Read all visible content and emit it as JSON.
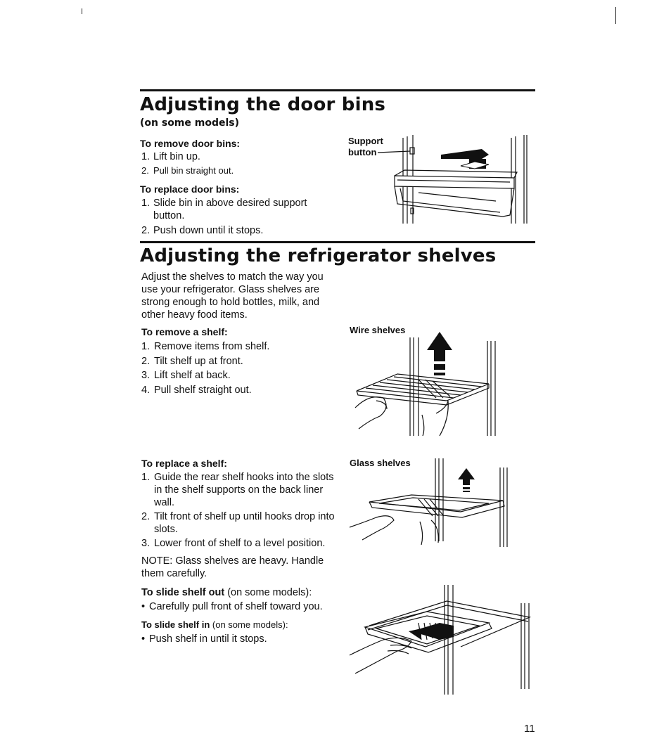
{
  "door_bins": {
    "title": "Adjusting the door bins",
    "subtitle": "(on some models)",
    "remove_heading": "To remove door bins:",
    "remove_steps": [
      "Lift bin up.",
      "Pull bin straight out."
    ],
    "replace_heading": "To replace door bins:",
    "replace_steps": [
      "Slide bin in above desired support button.",
      "Push down until it stops."
    ],
    "figure_label_line1": "Support",
    "figure_label_line2": "button"
  },
  "shelves": {
    "title": "Adjusting the refrigerator shelves",
    "intro": "Adjust the shelves to match the way you use your refrigerator. Glass shelves are strong enough to hold bottles, milk, and other heavy food items.",
    "remove_heading": "To remove a shelf:",
    "remove_steps": [
      "Remove items from shelf.",
      "Tilt shelf up at front.",
      "Lift shelf at back.",
      "Pull shelf straight out."
    ],
    "replace_heading": "To replace a shelf:",
    "replace_steps": [
      "Guide the rear shelf hooks into the slots in the shelf supports on the back liner wall.",
      "Tilt front of shelf up until hooks drop into slots.",
      "Lower front of shelf to a level position."
    ],
    "note_label": "NOTE:",
    "note_text": "Glass shelves are heavy. Handle them carefully.",
    "slide_out_heading": "To slide shelf out",
    "slide_out_qualifier": "(on some models):",
    "slide_out_bullet": "Carefully pull front of shelf toward you.",
    "slide_in_heading": "To slide shelf in",
    "slide_in_qualifier": "(on some models):",
    "slide_in_bullet": "Push shelf in until it stops.",
    "wire_caption": "Wire shelves",
    "glass_caption": "Glass shelves"
  },
  "numbers": {
    "n1": "1.",
    "n2": "2.",
    "n3": "3.",
    "n4": "4.",
    "bullet": "•"
  },
  "page_number": "11"
}
